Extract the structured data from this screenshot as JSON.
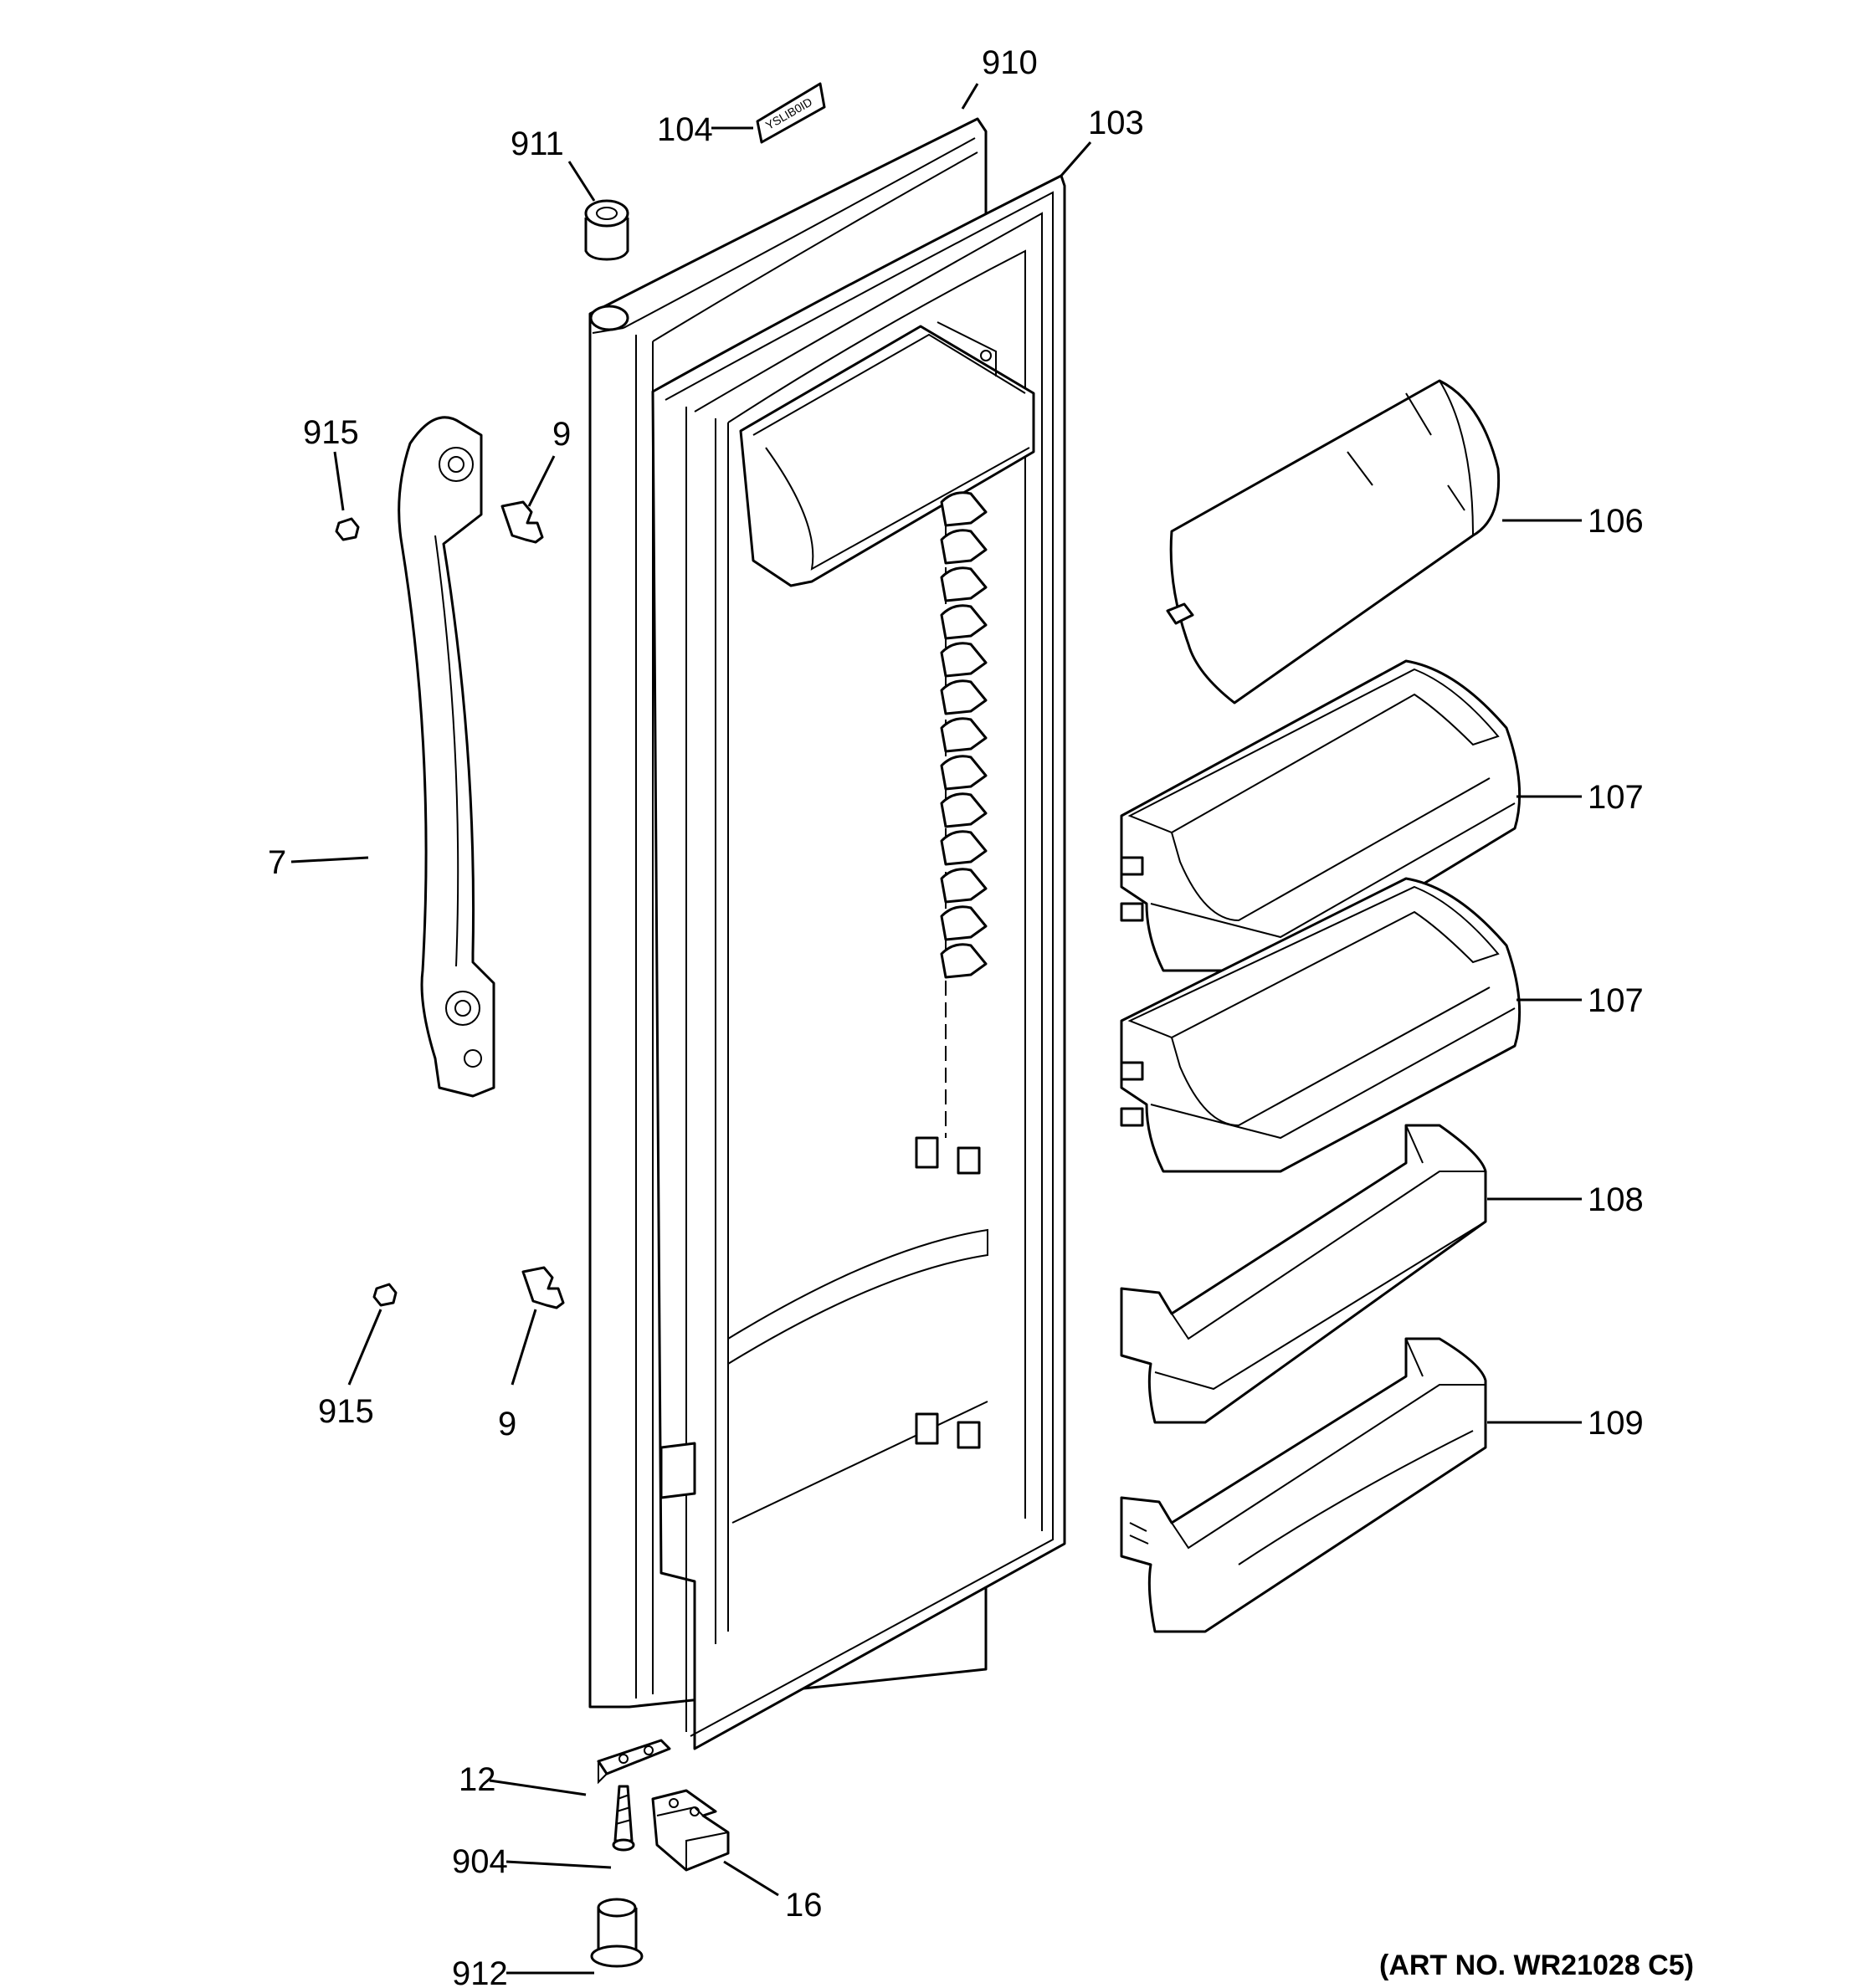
{
  "callouts": {
    "c910": "910",
    "c104": "104",
    "c103": "103",
    "c911": "911",
    "c915_top": "915",
    "c9_top": "9",
    "c106": "106",
    "c107_top": "107",
    "c7": "7",
    "c107_bottom": "107",
    "c108": "108",
    "c915_bottom": "915",
    "c9_bottom": "9",
    "c109": "109",
    "c12": "12",
    "c904": "904",
    "c16": "16",
    "c912": "912"
  },
  "nameplate_text": "YSLIB0ID",
  "art_number": "(ART NO. WR21028 C5)"
}
